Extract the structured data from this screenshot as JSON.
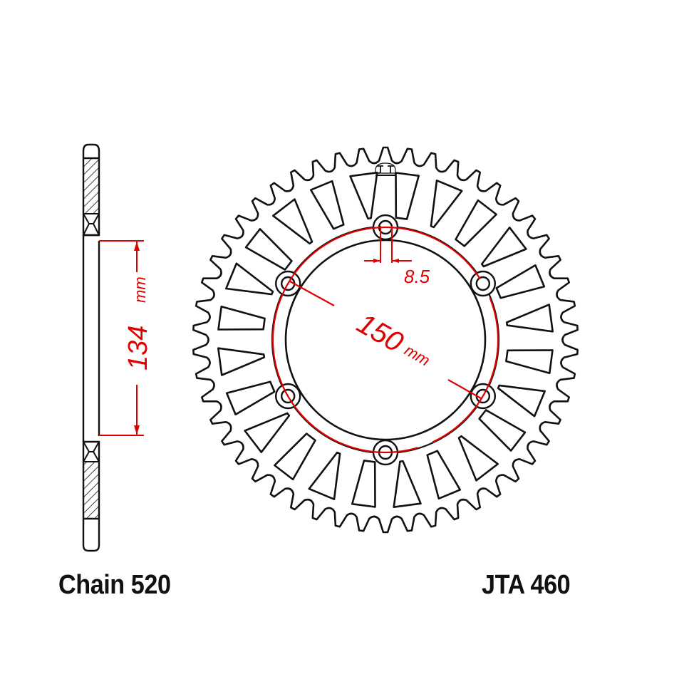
{
  "diagram": {
    "type": "technical-drawing",
    "subject": "rear sprocket",
    "colors": {
      "outline": "#111111",
      "dimension": "#e00000",
      "background": "#ffffff"
    },
    "labels": {
      "chain": "Chain 520",
      "part_number": "JTA 460"
    },
    "dimensions": {
      "center_bore": {
        "value": "134",
        "unit": "mm"
      },
      "bolt_circle": {
        "value": "150",
        "unit": "mm"
      },
      "bolt_hole": {
        "value": "8.5"
      }
    },
    "features": {
      "bolt_holes": 6,
      "lightening_windows": 24,
      "teeth": 50,
      "logo": "jt-logo"
    },
    "views": [
      "side-section-view",
      "front-view"
    ]
  }
}
